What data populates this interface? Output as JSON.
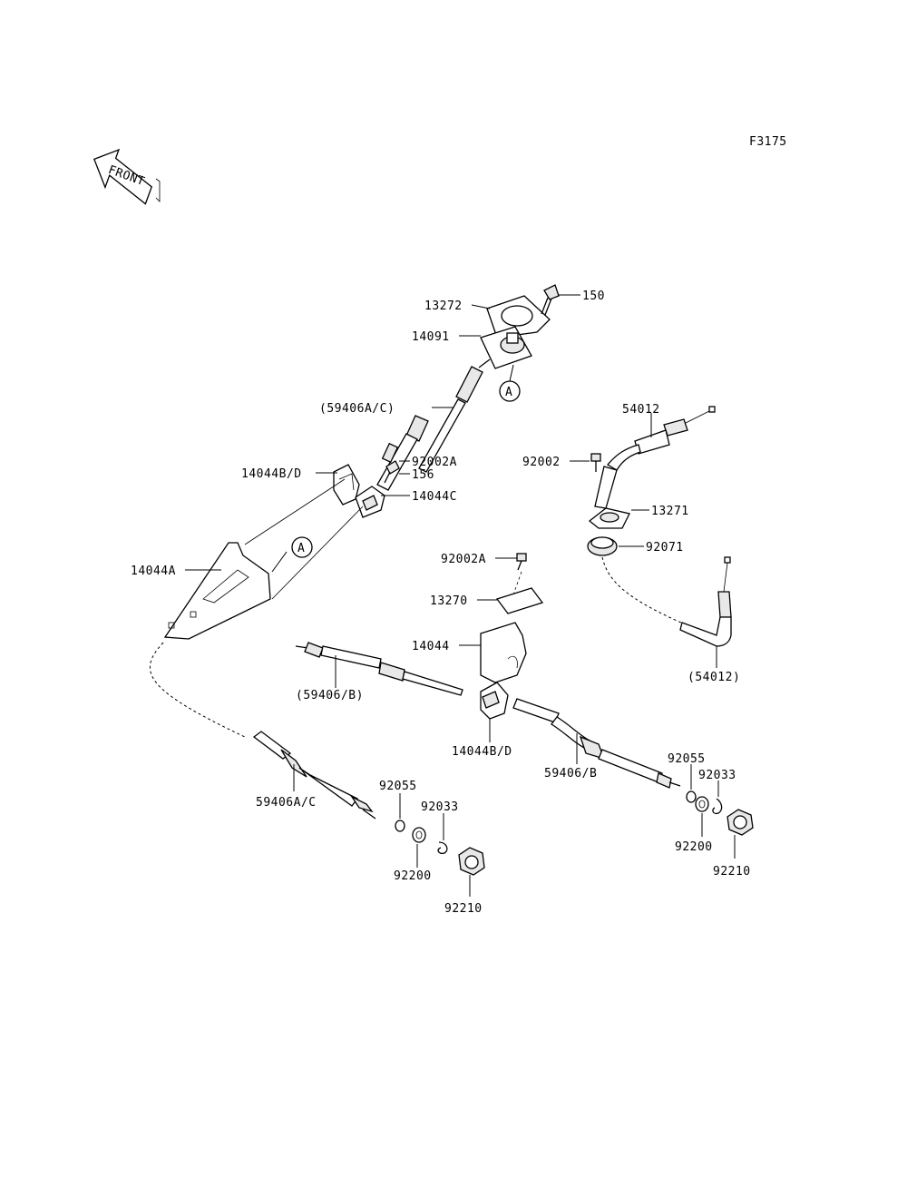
{
  "figure_code": "F3175",
  "front_label": "FRONT",
  "callout_ref": "A",
  "parts": {
    "p13272": "13272",
    "p150": "150",
    "p14091": "14091",
    "p59406ac_top": "(59406A/C)",
    "p92002a_top": "92002A",
    "p156": "156",
    "p14044bd_top": "14044B/D",
    "p14044c": "14044C",
    "p14044a": "14044A",
    "p54012": "54012",
    "p92002": "92002",
    "p13271": "13271",
    "p92071": "92071",
    "p54012_paren": "(54012)",
    "p92002a_mid": "92002A",
    "p13270": "13270",
    "p14044": "14044",
    "p59406b_paren": "(59406/B)",
    "p14044bd_mid": "14044B/D",
    "p59406b": "59406/B",
    "p92055_right": "92055",
    "p92033_right": "92033",
    "p92200_right": "92200",
    "p92210_right": "92210",
    "p59406ac_bottom": "59406A/C",
    "p92055_left": "92055",
    "p92033_left": "92033",
    "p92200_left": "92200",
    "p92210_left": "92210"
  }
}
